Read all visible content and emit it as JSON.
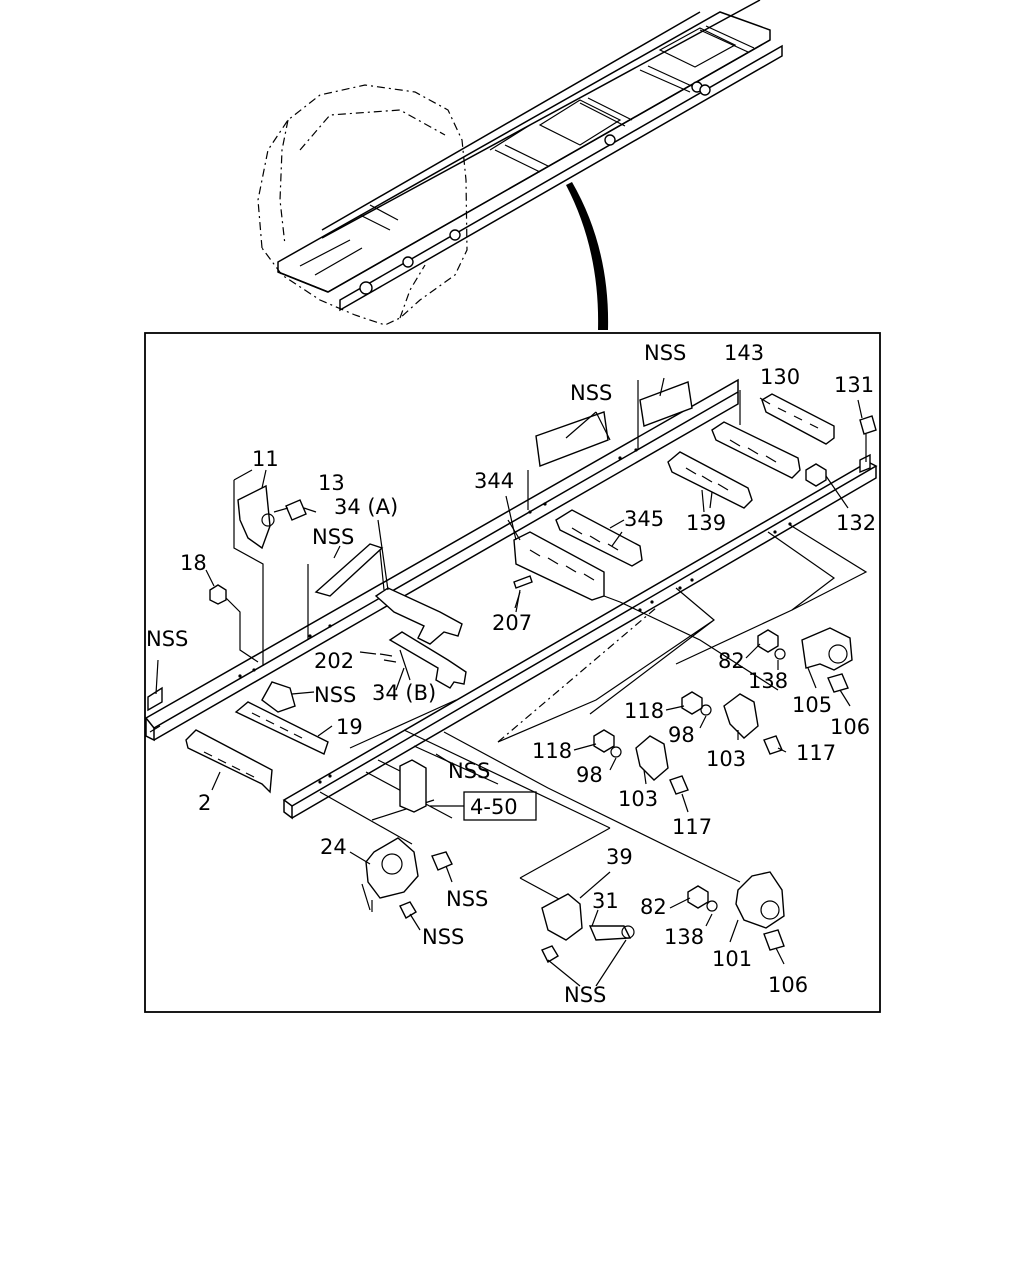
{
  "diagram": {
    "callouts": {
      "c11": "11",
      "c13": "13",
      "c34a": "34 (A)",
      "c18": "18",
      "cNssBracket": "NSS",
      "cNssLeftEnd": "NSS",
      "cNssPlate": "NSS",
      "c202": "202",
      "c34b": "34 (B)",
      "c19": "19",
      "c2": "2",
      "cNssRailMid": "NSS",
      "cRef": "4-50",
      "c24": "24",
      "cNssPin": "NSS",
      "cNssBolt": "NSS",
      "c344": "344",
      "c345": "345",
      "c207": "207",
      "cNssRail": "NSS",
      "cNssTop": "NSS",
      "c143": "143",
      "c130": "130",
      "c131": "131",
      "c139": "139",
      "c132": "132",
      "c82a": "82",
      "c138a": "138",
      "c105": "105",
      "c106a": "106",
      "c118a": "118",
      "c98a": "98",
      "c103a": "103",
      "c117a": "117",
      "c118b": "118",
      "c98b": "98",
      "c103b": "103",
      "c117b": "117",
      "c39": "39",
      "c31": "31",
      "c82b": "82",
      "c138b": "138",
      "c101": "101",
      "c106b": "106",
      "cNssBottom": "NSS"
    }
  }
}
